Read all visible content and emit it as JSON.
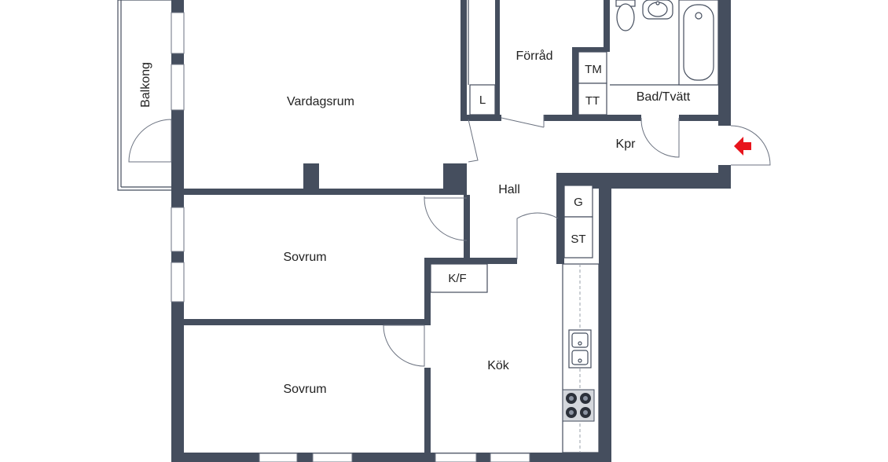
{
  "colors": {
    "wall": "#454e5e",
    "entrance_arrow": "#e8141c",
    "background": "#ffffff"
  },
  "rooms": {
    "vardagsrum": "Vardagsrum",
    "balkong": "Balkong",
    "forrad": "Förråd",
    "bad": "Bad/Tvätt",
    "kpr": "Kpr",
    "hall": "Hall",
    "sovrum1": "Sovrum",
    "sovrum2": "Sovrum",
    "kok": "Kök"
  },
  "fixtures": {
    "l": "L",
    "tm": "TM",
    "tt": "TT",
    "g": "G",
    "st": "ST",
    "kf": "K/F"
  },
  "icons": {
    "entrance": "arrow-left-icon"
  }
}
